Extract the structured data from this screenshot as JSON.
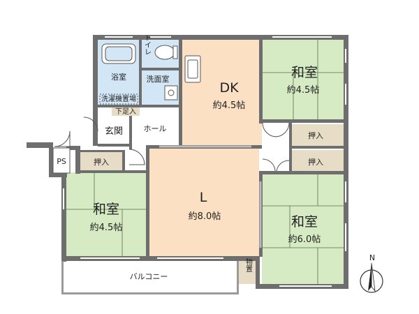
{
  "rooms": {
    "wa_ne": {
      "name": "和室",
      "size": "約4.5帖"
    },
    "dk": {
      "name": "DK",
      "size": "約4.5帖"
    },
    "living": {
      "name": "L",
      "size": "約8.0帖"
    },
    "wa_sw": {
      "name": "和室",
      "size": "約4.5帖"
    },
    "wa_se": {
      "name": "和室",
      "size": "約6.0帖"
    }
  },
  "labels": {
    "bath": "浴室",
    "toilet": "トイレ",
    "washroom": "洗面室",
    "laundry": "洗濯機置場",
    "shoe": "下足入",
    "entrance": "玄関",
    "hall": "ホール",
    "ps": "PS",
    "closet_nw": "押入",
    "closet_e1": "押入",
    "closet_e2": "押入",
    "storage": "物置",
    "balcony": "バルコニー"
  },
  "compass": {
    "letter": "N"
  },
  "colors": {
    "wall": "#6e6e6e",
    "tatami": "#d6ebc4",
    "flooring": "#fbe0c4",
    "wet_area": "#d2e6f6",
    "closet": "#e7dcc6",
    "tatami_line": "#5a6b4c"
  }
}
